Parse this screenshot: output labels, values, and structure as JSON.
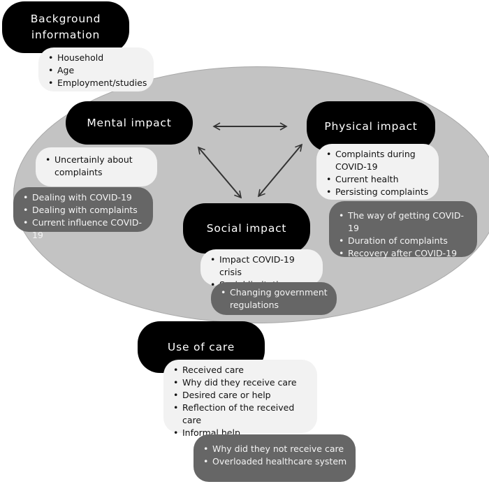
{
  "background": {
    "title_line1": "Background",
    "title_line2": "information",
    "items": [
      "Household",
      "Age",
      "Employment/studies"
    ]
  },
  "mental": {
    "title": "Mental impact",
    "items": [
      "Uncertainly about complaints"
    ],
    "dark_items": [
      "Dealing with COVID-19",
      "Dealing with complaints",
      "Current influence COVID-19"
    ]
  },
  "physical": {
    "title": "Physical impact",
    "items": [
      "Complaints during COVID-19",
      "Current health",
      "Persisting complaints"
    ],
    "dark_items": [
      "The way of getting COVID-19",
      "Duration of complaints",
      "Recovery after COVID-19"
    ]
  },
  "social": {
    "title": "Social impact",
    "items": [
      "Impact COVID-19 crisis",
      "Social limitations"
    ],
    "dark_items": [
      "Changing government regulations"
    ]
  },
  "care": {
    "title": "Use of care",
    "items": [
      "Received care",
      "Why did they receive care",
      "Desired care or help",
      "Reflection of the received care",
      "Informal help"
    ],
    "dark_items": [
      "Why did they not receive care",
      "Overloaded healthcare system"
    ]
  },
  "colors": {
    "title_fill": "#000000",
    "light_box": "#f2f2f2",
    "dark_box": "#666666",
    "ellipse": "#c3c3c3"
  }
}
